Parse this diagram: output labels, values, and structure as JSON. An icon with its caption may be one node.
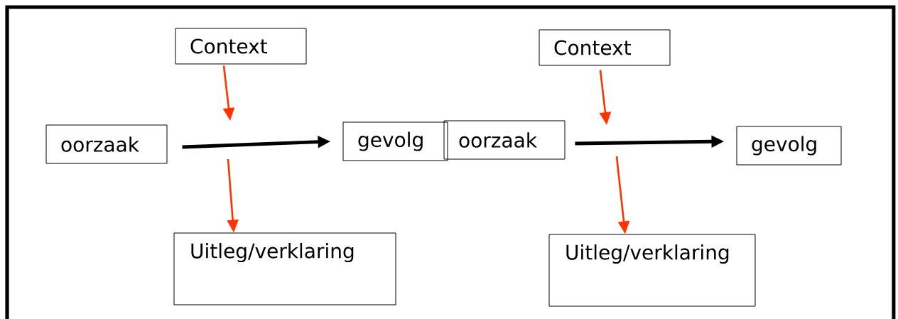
{
  "diagram": {
    "nodes": [
      {
        "text": [
          "Context"
        ]
      },
      {
        "text": [
          "oorzaak"
        ]
      },
      {
        "text": [
          "gevolg"
        ]
      },
      {
        "text": [
          "Uitleg/verklaring"
        ]
      },
      {
        "text": [
          "Context"
        ]
      },
      {
        "text": [
          "oorzaak"
        ]
      },
      {
        "text": [
          "gevolg"
        ]
      },
      {
        "text": [
          "Uitleg/verklaring"
        ]
      }
    ],
    "edges": [
      {
        "from": 1,
        "to": 2,
        "arrow": "to",
        "style": "thick",
        "color": "#000000"
      },
      {
        "from": 0,
        "to": null,
        "arrow": "to",
        "color": "#ff3300"
      },
      {
        "from": null,
        "to": 3,
        "arrow": "to",
        "color": "#ff3300"
      },
      {
        "from": 5,
        "to": 6,
        "arrow": "to",
        "style": "thick",
        "color": "#000000"
      },
      {
        "from": 4,
        "to": null,
        "arrow": "to",
        "color": "#ff3300"
      },
      {
        "from": null,
        "to": 7,
        "arrow": "to",
        "color": "#ff3300"
      }
    ]
  }
}
